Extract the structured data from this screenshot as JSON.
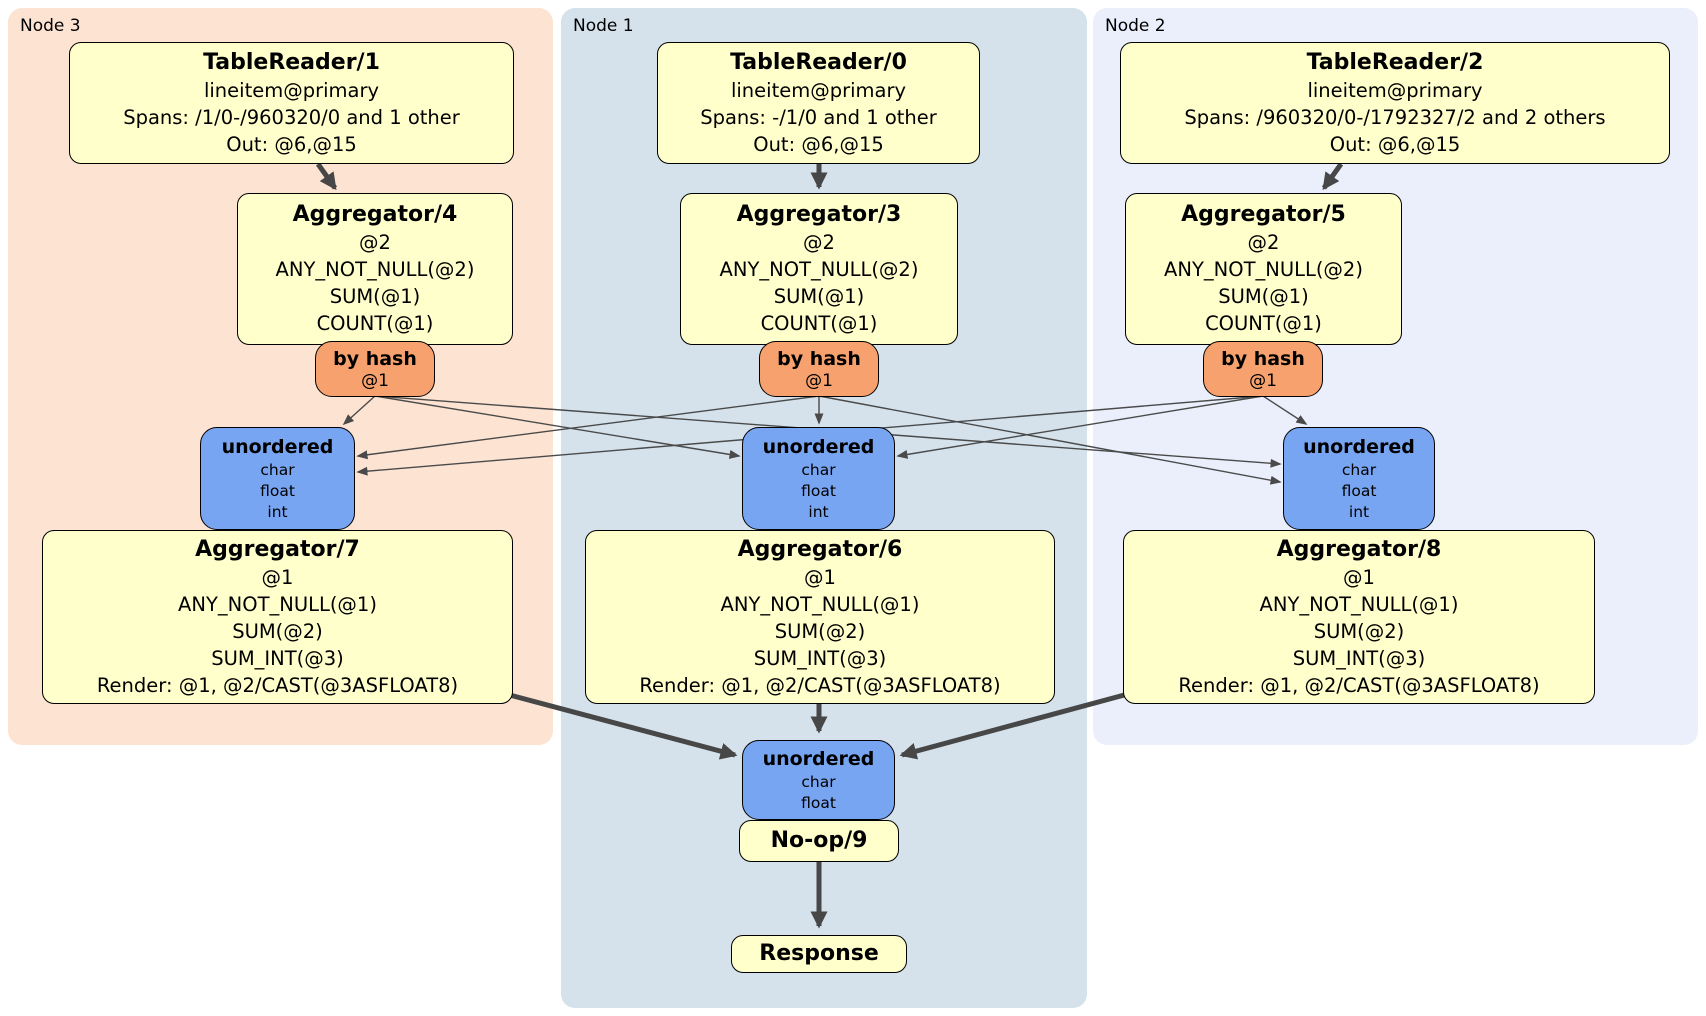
{
  "diagram": {
    "regions": [
      {
        "label": "Node 3",
        "color": "#fde3d2"
      },
      {
        "label": "Node 1",
        "color": "#d5e2eb"
      },
      {
        "label": "Node 2",
        "color": "#eaeffb"
      }
    ],
    "colors": {
      "processor_fill": "#ffffcc",
      "router_fill": "#f7a26e",
      "sync_fill": "#78a5f2",
      "edge": "#474747",
      "page_background": "#ffffff"
    },
    "nodes": {
      "tr1": {
        "title": "TableReader/1",
        "lines": [
          "lineitem@primary",
          "Spans: /1/0-/960320/0 and 1 other",
          "Out: @6,@15"
        ]
      },
      "tr0": {
        "title": "TableReader/0",
        "lines": [
          "lineitem@primary",
          "Spans: -/1/0 and 1 other",
          "Out: @6,@15"
        ]
      },
      "tr2": {
        "title": "TableReader/2",
        "lines": [
          "lineitem@primary",
          "Spans: /960320/0-/1792327/2 and 2 others",
          "Out: @6,@15"
        ]
      },
      "agg4": {
        "title": "Aggregator/4",
        "lines": [
          "@2",
          "ANY_NOT_NULL(@2)",
          "SUM(@1)",
          "COUNT(@1)"
        ]
      },
      "agg3": {
        "title": "Aggregator/3",
        "lines": [
          "@2",
          "ANY_NOT_NULL(@2)",
          "SUM(@1)",
          "COUNT(@1)"
        ]
      },
      "agg5": {
        "title": "Aggregator/5",
        "lines": [
          "@2",
          "ANY_NOT_NULL(@2)",
          "SUM(@1)",
          "COUNT(@1)"
        ]
      },
      "hash3": {
        "title": "by hash",
        "lines": [
          "@1"
        ]
      },
      "hash1": {
        "title": "by hash",
        "lines": [
          "@1"
        ]
      },
      "hash2": {
        "title": "by hash",
        "lines": [
          "@1"
        ]
      },
      "sync3": {
        "title": "unordered",
        "lines": [
          "char",
          "float",
          "int"
        ]
      },
      "sync1": {
        "title": "unordered",
        "lines": [
          "char",
          "float",
          "int"
        ]
      },
      "sync2": {
        "title": "unordered",
        "lines": [
          "char",
          "float",
          "int"
        ]
      },
      "agg7": {
        "title": "Aggregator/7",
        "lines": [
          "@1",
          "ANY_NOT_NULL(@1)",
          "SUM(@2)",
          "SUM_INT(@3)",
          "Render: @1, @2/CAST(@3ASFLOAT8)"
        ]
      },
      "agg6": {
        "title": "Aggregator/6",
        "lines": [
          "@1",
          "ANY_NOT_NULL(@1)",
          "SUM(@2)",
          "SUM_INT(@3)",
          "Render: @1, @2/CAST(@3ASFLOAT8)"
        ]
      },
      "agg8": {
        "title": "Aggregator/8",
        "lines": [
          "@1",
          "ANY_NOT_NULL(@1)",
          "SUM(@2)",
          "SUM_INT(@3)",
          "Render: @1, @2/CAST(@3ASFLOAT8)"
        ]
      },
      "syncFinal": {
        "title": "unordered",
        "lines": [
          "char",
          "float"
        ]
      },
      "noop": {
        "title": "No-op/9"
      },
      "response": {
        "title": "Response"
      }
    }
  }
}
